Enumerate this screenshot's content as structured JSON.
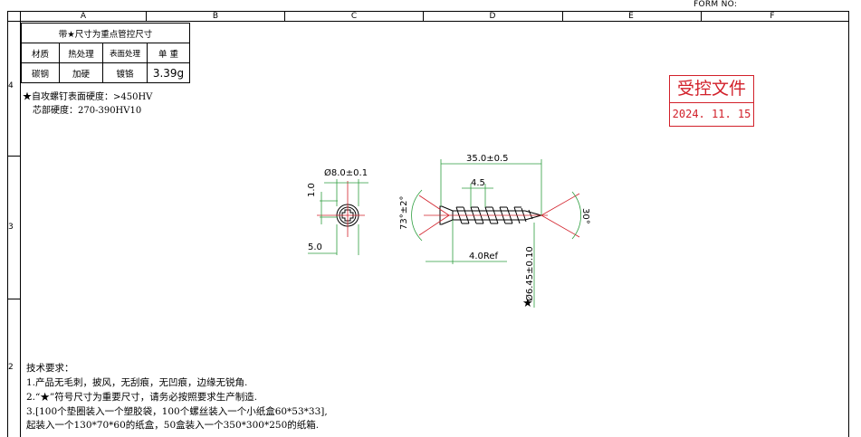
{
  "header": {
    "form_no": "FORM NO:"
  },
  "frame": {
    "columns": [
      "A",
      "B",
      "C",
      "D",
      "E",
      "F"
    ],
    "rows": [
      "4",
      "3",
      "2"
    ]
  },
  "spec_table": {
    "title": "带★尺寸为重点管控尺寸",
    "headers": [
      "材质",
      "热处理",
      "表面处理",
      "单 重"
    ],
    "values": [
      "碳钢",
      "加硬",
      "镀铬",
      "3.39g"
    ]
  },
  "hardness": {
    "surface": "★自攻螺钉表面硬度：>450HV",
    "core": "芯部硬度：270-390HV10"
  },
  "stamp": {
    "title": "受控文件",
    "date": "2024. 11. 15"
  },
  "dimensions": {
    "head_dia": "Ø8.0±0.1",
    "slot_depth": "1.0",
    "cross_width": "5.0",
    "length": "35.0±0.5",
    "pitch": "4.5",
    "head_angle": "73°±2°",
    "tip_angle": "30°",
    "shank_ref": "4.0Ref",
    "thread_dia": "Ø6.45±0.10",
    "key_mark": "★"
  },
  "requirements": {
    "title": "技术要求：",
    "items": [
      "1.产品无毛刺，披风，无刮痕，无凹痕，边缘无锐角.",
      "2.“★”符号尺寸为重要尺寸，请务必按照要求生产制造.",
      "3.[100个垫圈装入一个塑胶袋，100个螺丝装入一个小纸盒60*53*33],",
      "起装入一个130*70*60的纸盒，50盒装入一个350*300*250的纸箱."
    ]
  }
}
